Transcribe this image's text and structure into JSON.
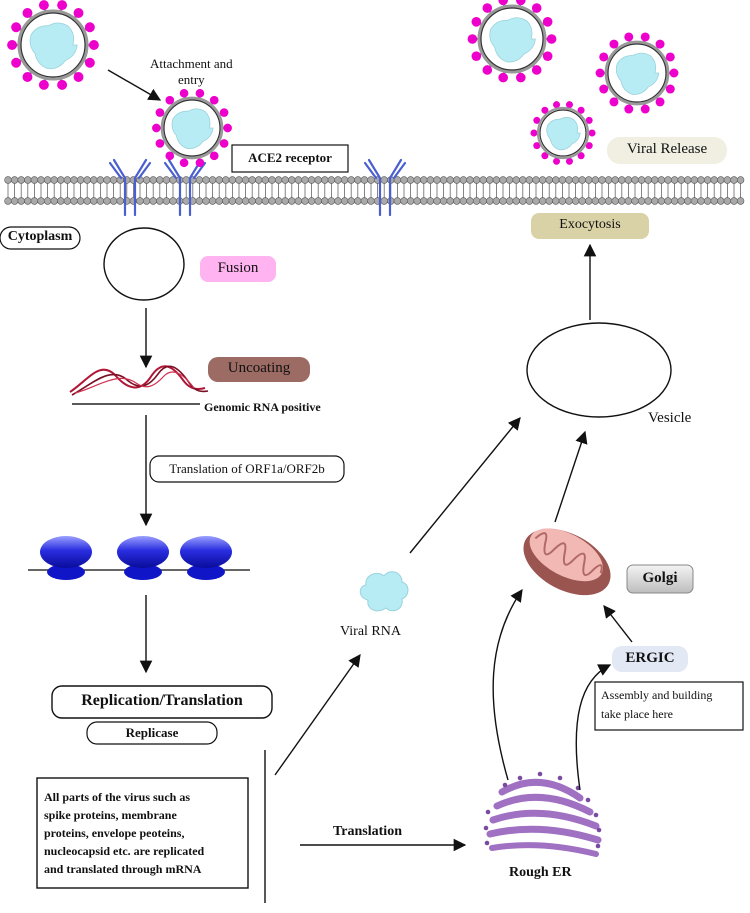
{
  "labels": {
    "attachment": "Attachment and\nentry",
    "ace2": "ACE2 receptor",
    "viral_release": "Viral Release",
    "cytoplasm": "Cytoplasm",
    "fusion": "Fusion",
    "exocytosis": "Exocytosis",
    "uncoating": "Uncoating",
    "genomic_rna": "Genomic RNA positive",
    "vesicle": "Vesicle",
    "translation_orf": "Translation of ORF1a/ORF2b",
    "golgi": "Golgi",
    "viral_rna": "Viral RNA",
    "ergic": "ERGIC",
    "assembly": "Assembly and building\ntake place here",
    "replication": "Replication/Translation",
    "replicase": "Replicase",
    "virus_parts": "All parts of the virus such as\nspike proteins, membrane\nproteins, envelope peoteins,\nnucleocapsid etc. are replicated\nand translated through mRNA",
    "translation": "Translation",
    "rough_er": "Rough ER"
  },
  "colors": {
    "spike": "#ee00cc",
    "capsid": "#b8ecf4",
    "lipid": "#a9a9a9",
    "receptor": "#4a5fd0",
    "fusion_bg": "#ffb3f0",
    "uncoating_bg": "#9c6b64",
    "rna": "#b01737",
    "exocytosis_bg": "#d9d2a6",
    "release_bg": "#f0efe2",
    "ribosome": "#1e22d8",
    "mito": "#b06a66",
    "er": "#a070c2",
    "golgi_bg": "#e0e0e0",
    "ergic_bg": "#e3e8f5"
  }
}
